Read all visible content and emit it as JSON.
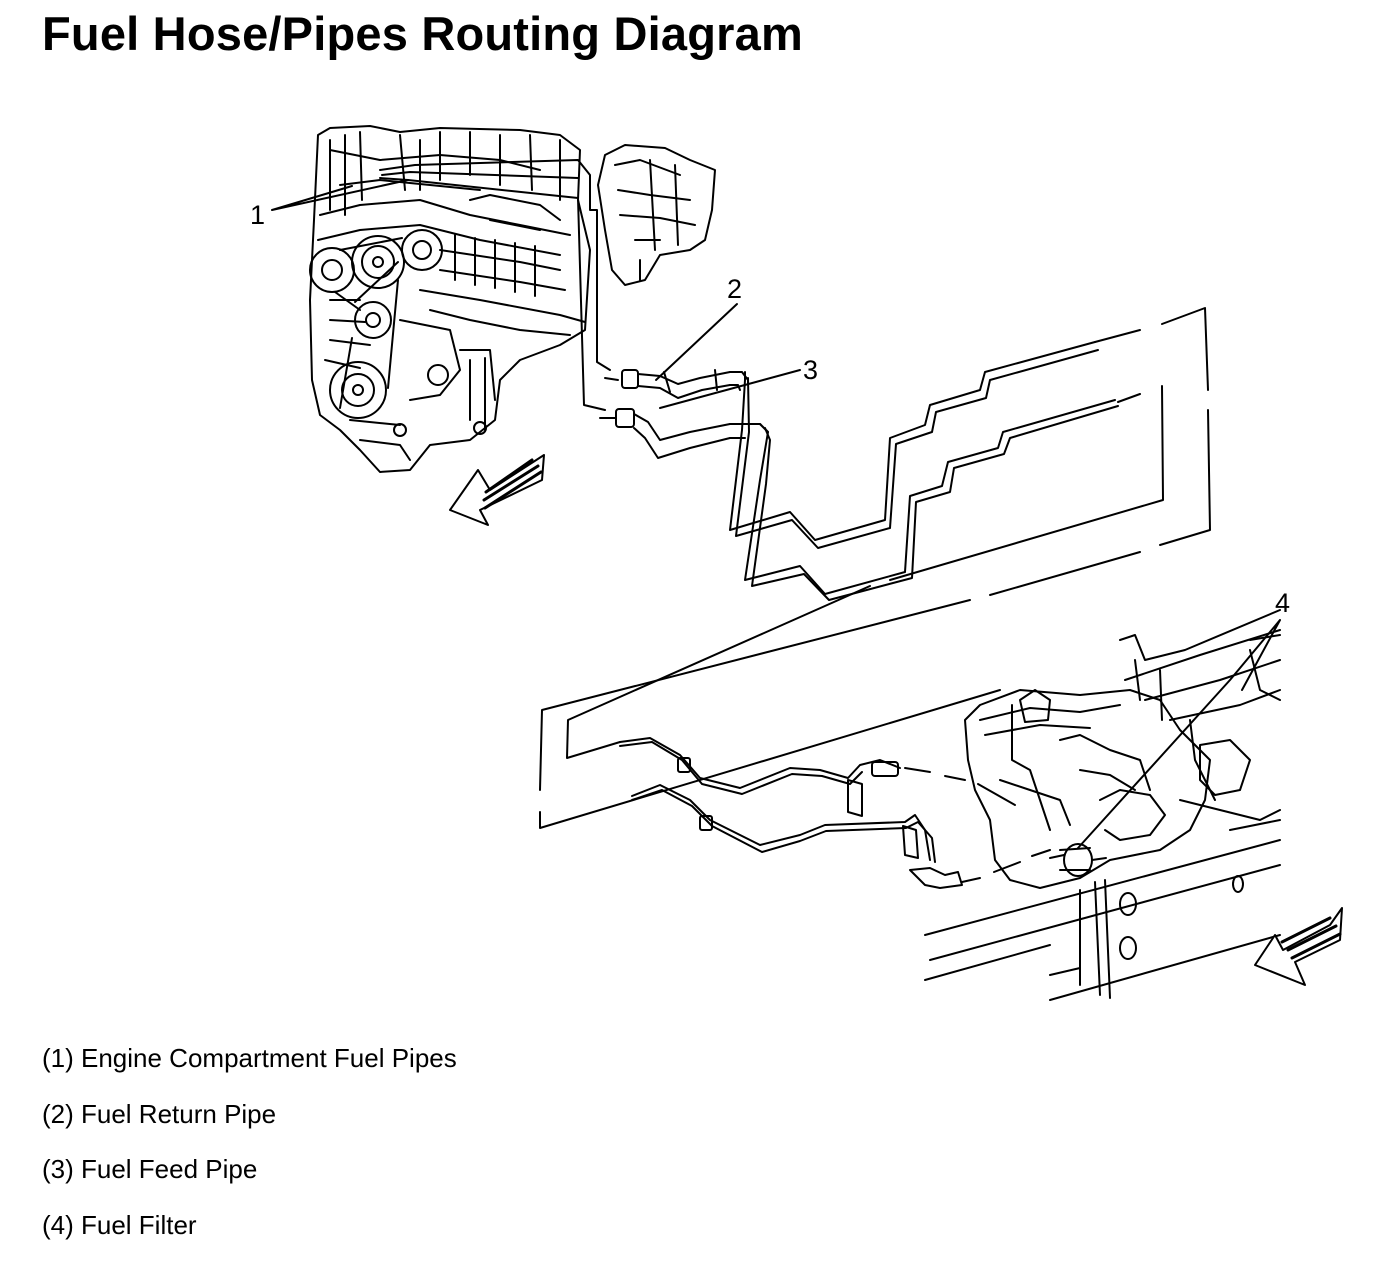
{
  "title": "Fuel Hose/Pipes Routing Diagram",
  "callouts": [
    "1",
    "2",
    "3",
    "4"
  ],
  "legend": [
    "(1) Engine Compartment Fuel Pipes",
    "(2) Fuel Return Pipe",
    "(3) Fuel Feed Pipe",
    "(4) Fuel Filter"
  ]
}
